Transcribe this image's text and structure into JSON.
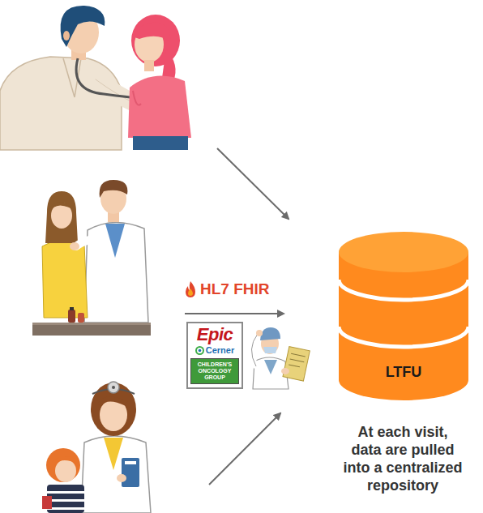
{
  "diagram": {
    "caption": "At each visit, data are pulled into a centralized repository",
    "nodes": [
      {
        "text": [
          "Epic",
          "Cerner",
          "CHILDREN'S ONCOLOGY GROUP"
        ]
      },
      {
        "text": [
          "LTFU"
        ]
      }
    ],
    "labels": [
      "HL7 FHIR"
    ]
  }
}
